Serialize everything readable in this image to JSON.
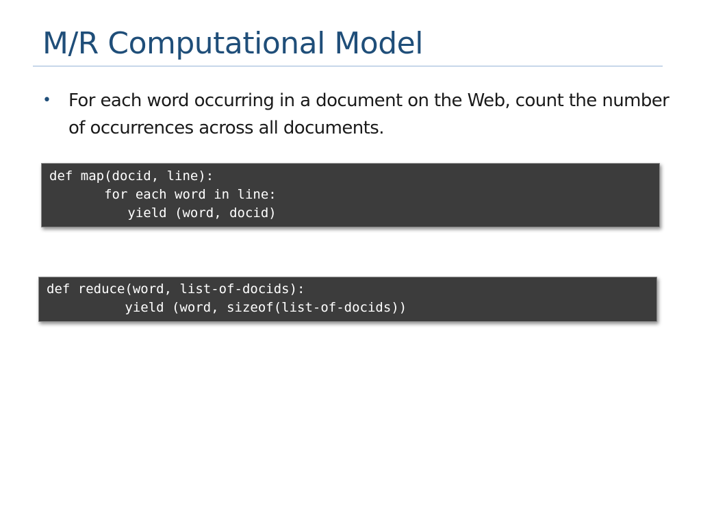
{
  "slide": {
    "title": "M/R Computational Model",
    "bullet": {
      "marker": "•",
      "text": "For each word occurring in a document on the Web, count the number of occurrences across all documents."
    },
    "map_code": [
      "def map(docid, line):",
      "       for each word in line:",
      "          yield (word, docid)"
    ],
    "reduce_code": [
      "def reduce(word, list-of-docids):",
      "          yield (word, sizeof(list-of-docids))"
    ]
  },
  "colors": {
    "title": "#1f4e79",
    "rule": "#95b3d7",
    "code_background": "#3c3c3c",
    "code_text": "#ffffff"
  }
}
